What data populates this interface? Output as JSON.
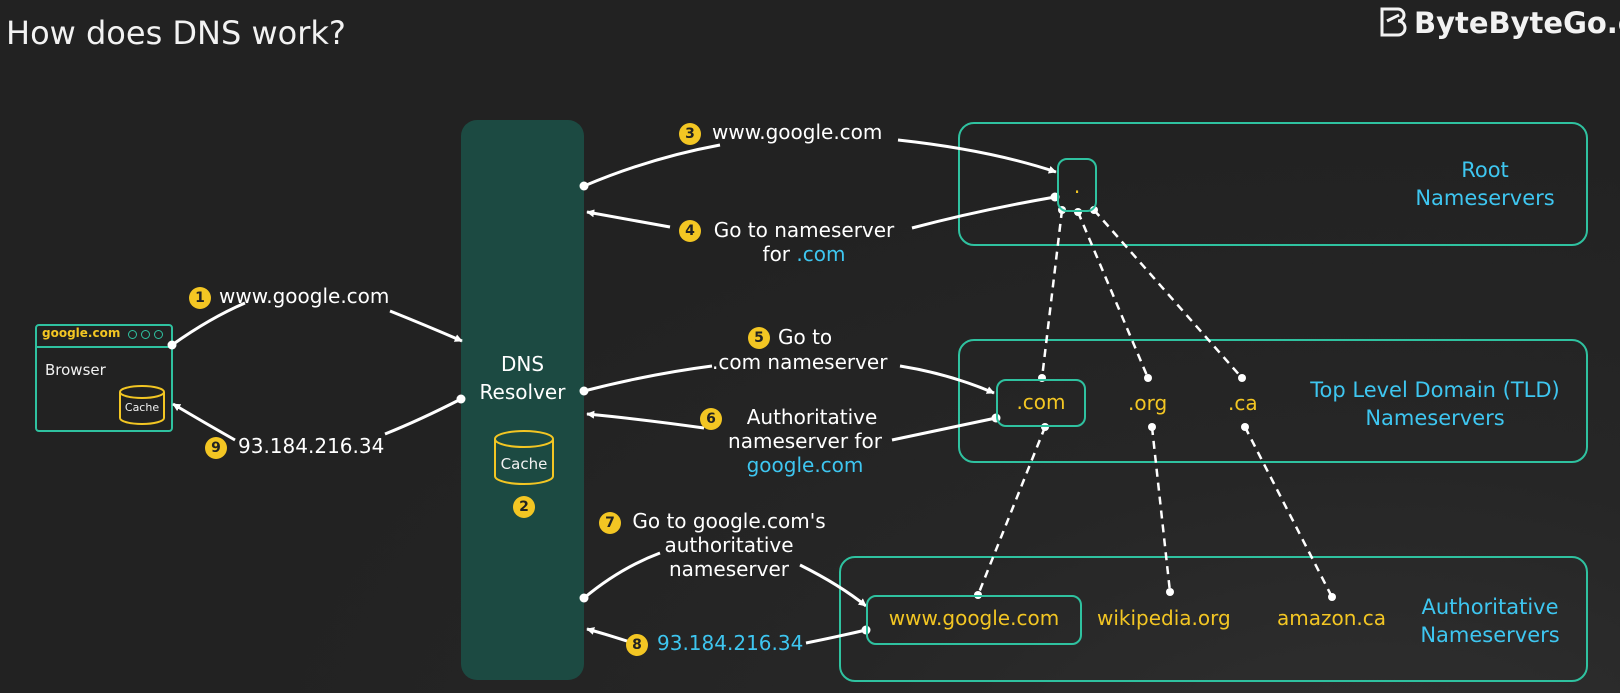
{
  "header": {
    "title": "How does DNS work?",
    "brand": "ByteByteGo.co"
  },
  "browser": {
    "url": "google.com",
    "label": "Browser",
    "cache_label": "Cache"
  },
  "resolver": {
    "line1": "DNS",
    "line2": "Resolver",
    "cache_label": "Cache"
  },
  "root": {
    "dot": ".",
    "title_line1": "Root",
    "title_line2": "Nameservers"
  },
  "tld": {
    "title_line1": "Top Level Domain (TLD)",
    "title_line2": "Nameservers",
    "domains": [
      ".com",
      ".org",
      ".ca"
    ]
  },
  "authoritative": {
    "title_line1": "Authoritative",
    "title_line2": "Nameservers",
    "domains": [
      "www.google.com",
      "wikipedia.org",
      "amazon.ca"
    ]
  },
  "steps": {
    "s1": {
      "num": "1",
      "text": "www.google.com"
    },
    "s2": {
      "num": "2"
    },
    "s3": {
      "num": "3",
      "text": "www.google.com"
    },
    "s4": {
      "num": "4",
      "line1": "Go to nameserver",
      "line2_prefix": "for ",
      "line2_highlight": ".com"
    },
    "s5": {
      "num": "5",
      "line1": "Go to",
      "line2": ".com nameserver"
    },
    "s6": {
      "num": "6",
      "line1": "Authoritative",
      "line2": "nameserver for",
      "line3": "google.com"
    },
    "s7": {
      "num": "7",
      "line1": "Go to google.com's",
      "line2": "authoritative",
      "line3": "nameserver"
    },
    "s8": {
      "num": "8",
      "text": "93.184.216.34"
    },
    "s9": {
      "num": "9",
      "text": "93.184.216.34"
    }
  },
  "colors": {
    "accent": "#2fc2a0",
    "highlight": "#f3c623",
    "link": "#3ec6f0",
    "resolver_fill": "#1c4a42",
    "background": "#222222"
  }
}
